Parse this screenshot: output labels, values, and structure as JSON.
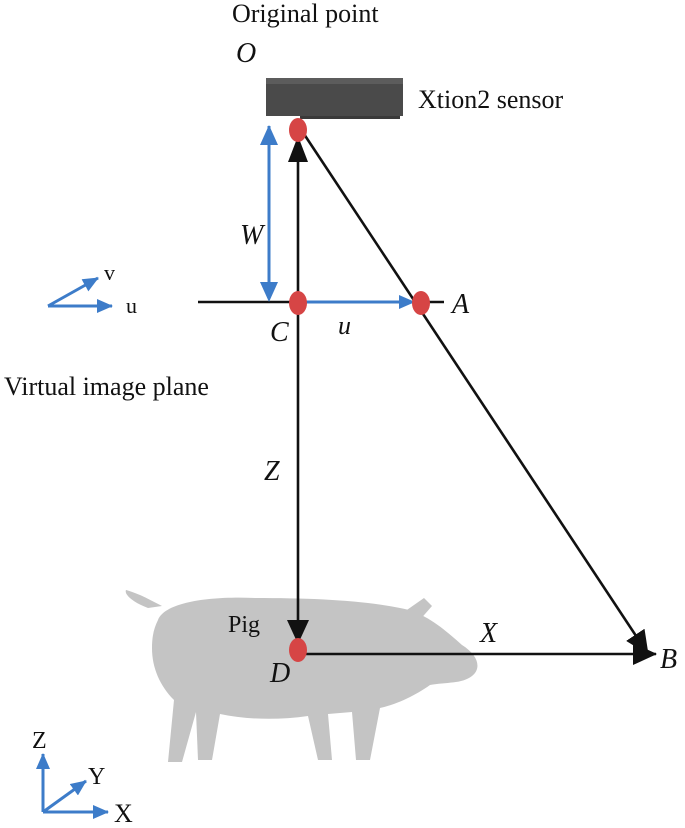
{
  "labels": {
    "original_point": "Original point",
    "O": "O",
    "sensor": "Xtion2 sensor",
    "W": "W",
    "v": "v",
    "u_axis": "u",
    "A": "A",
    "C": "C",
    "u_vec": "u",
    "virtual_image_plane": "Virtual image plane",
    "Z": "Z",
    "pig": "Pig",
    "X": "X",
    "D": "D",
    "B": "B",
    "world_Z": "Z",
    "world_Y": "Y",
    "world_X": "X"
  },
  "colors": {
    "blue": "#3d7cc9",
    "red": "#d64545",
    "black": "#111111",
    "sensor": "#4a4a4a",
    "pig": "#c4c4c4"
  }
}
